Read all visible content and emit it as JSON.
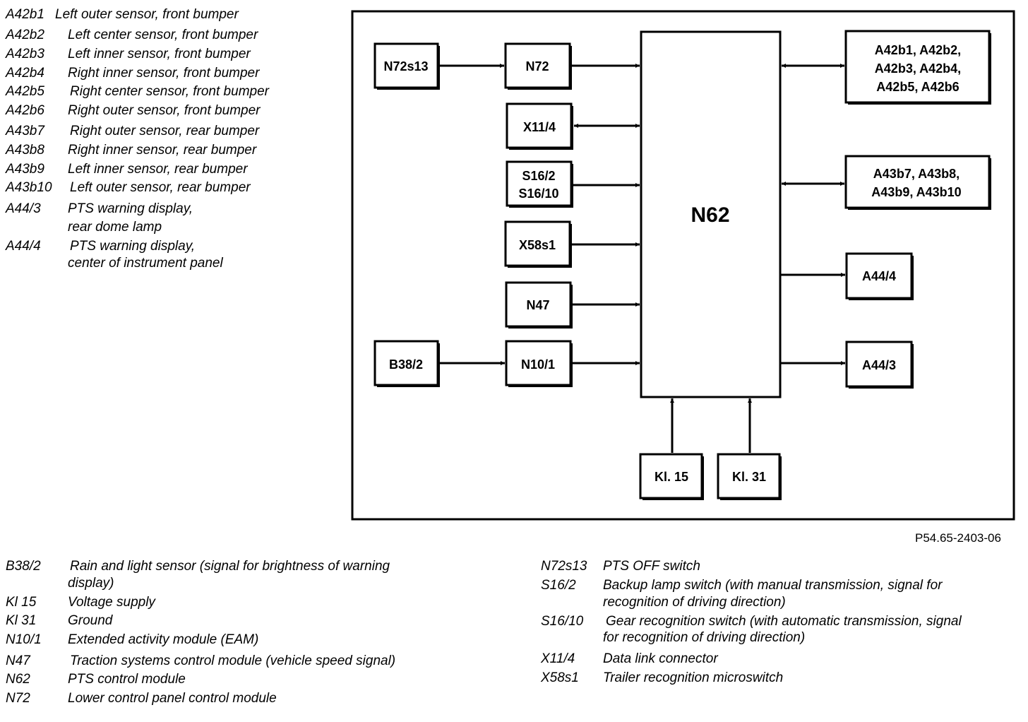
{
  "legend_top": [
    {
      "code": "A42b1",
      "desc": "Left outer sensor, front bumper"
    },
    {
      "code": "A42b2",
      "desc": "Left center sensor, front bumper"
    },
    {
      "code": "A42b3",
      "desc": "Left inner sensor, front bumper"
    },
    {
      "code": "A42b4",
      "desc": "Right inner sensor, front bumper"
    },
    {
      "code": "A42b5",
      "desc": "Right center sensor, front bumper"
    },
    {
      "code": "A42b6",
      "desc": "Right outer sensor, front bumper"
    },
    {
      "code": "A43b7",
      "desc": "Right outer sensor, rear bumper"
    },
    {
      "code": "A43b8",
      "desc": "Right inner sensor, rear bumper"
    },
    {
      "code": "A43b9",
      "desc": "Left inner sensor, rear bumper"
    },
    {
      "code": "A43b10",
      "desc": "Left outer sensor, rear bumper"
    },
    {
      "code": "A44/3",
      "desc": "PTS warning display,",
      "desc2": "rear dome lamp"
    },
    {
      "code": "A44/4",
      "desc": "PTS warning display,",
      "desc2": "center of instrument panel"
    }
  ],
  "diagram": {
    "center": "N62",
    "inputs": {
      "n72s13": "N72s13",
      "n72": "N72",
      "x11_4": "X11/4",
      "s16_line1": "S16/2",
      "s16_line2": "S16/10",
      "x58s1": "X58s1",
      "n47": "N47",
      "b38_2": "B38/2",
      "n10_1": "N10/1"
    },
    "outputs": {
      "a42_line1": "A42b1, A42b2,",
      "a42_line2": "A42b3, A42b4,",
      "a42_line3": "A42b5, A42b6",
      "a43_line1": "A43b7, A43b8,",
      "a43_line2": "A43b9, A43b10",
      "a44_4": "A44/4",
      "a44_3": "A44/3"
    },
    "power": {
      "kl15": "Kl. 15",
      "kl31": "Kl. 31"
    }
  },
  "figure_id": "P54.65-2403-06",
  "legend_bottom_left": [
    {
      "code": "B38/2",
      "desc": "Rain and light sensor (signal for brightness of warning",
      "desc2": "display)"
    },
    {
      "code": "Kl 15",
      "desc": "Voltage supply"
    },
    {
      "code": "Kl 31",
      "desc": "Ground"
    },
    {
      "code": "N10/1",
      "desc": "Extended activity module (EAM)"
    },
    {
      "code": "N47",
      "desc": "Traction systems control module (vehicle speed signal)"
    },
    {
      "code": "N62",
      "desc": "PTS control module"
    },
    {
      "code": "N72",
      "desc": "Lower control panel control module"
    }
  ],
  "legend_bottom_right": [
    {
      "code": "N72s13",
      "desc": "PTS OFF switch"
    },
    {
      "code": "S16/2",
      "desc": "Backup lamp switch (with manual transmission, signal for",
      "desc2": "recognition of driving direction)"
    },
    {
      "code": "S16/10",
      "desc": "Gear recognition switch (with automatic transmission, signal",
      "desc2": "for recognition of driving direction)"
    },
    {
      "code": "X11/4",
      "desc": "Data link connector"
    },
    {
      "code": "X58s1",
      "desc": "Trailer recognition microswitch"
    }
  ]
}
